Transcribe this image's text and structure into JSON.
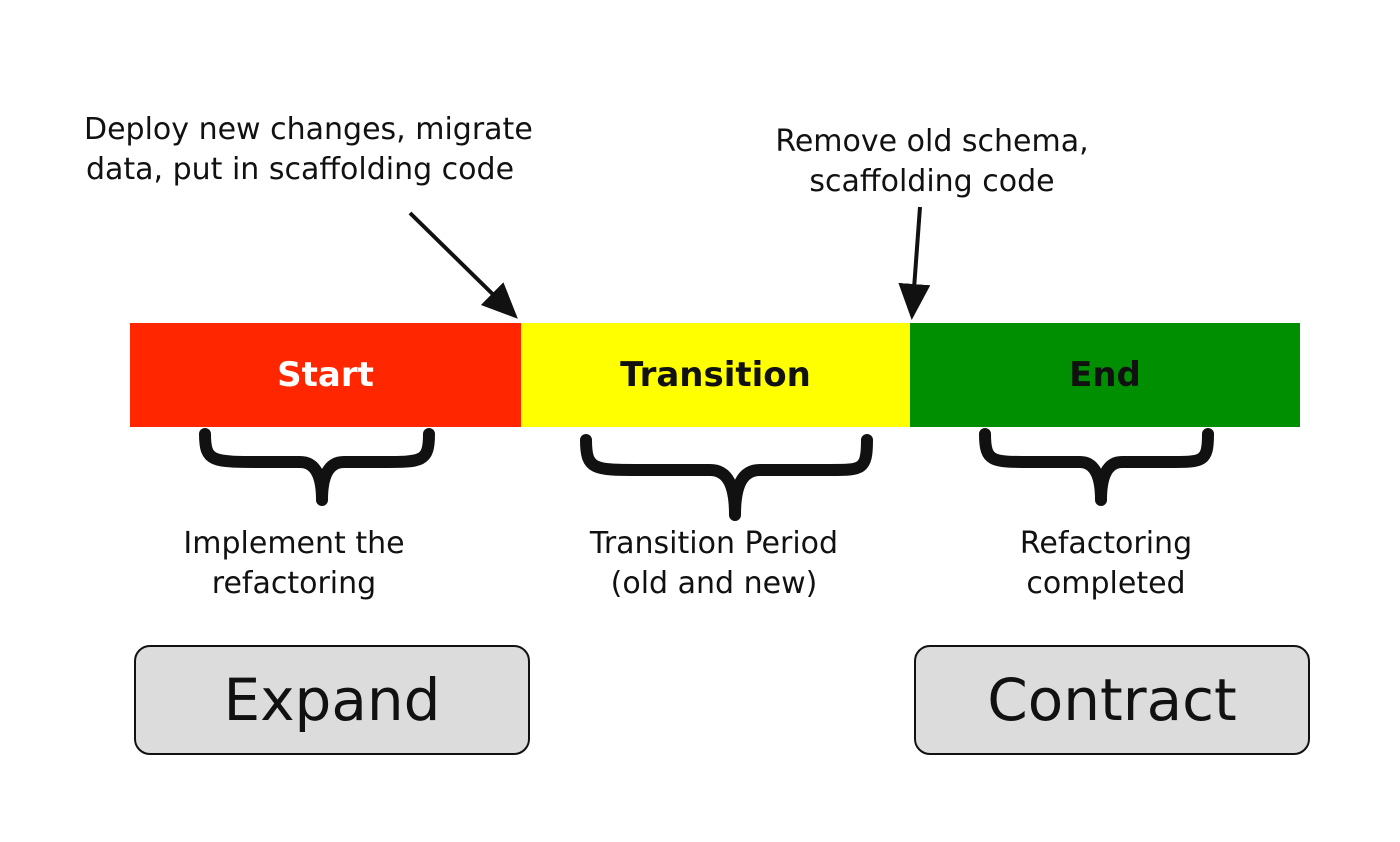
{
  "annotations": {
    "deploy": [
      "Deploy new changes, migrate",
      "data, put in scaffolding code"
    ],
    "remove": [
      "Remove old schema,",
      "scaffolding code"
    ]
  },
  "segments": [
    {
      "label": "Start",
      "color": "#ff2600",
      "text_color": "#ffffff"
    },
    {
      "label": "Transition",
      "color": "#ffff00",
      "text_color": "#111111"
    },
    {
      "label": "End",
      "color": "#008f00",
      "text_color": "#111111"
    }
  ],
  "phases": [
    {
      "lines": [
        "Implement the",
        "refactoring"
      ]
    },
    {
      "lines": [
        "Transition Period",
        "(old and new)"
      ]
    },
    {
      "lines": [
        "Refactoring",
        "completed"
      ]
    }
  ],
  "stages": {
    "expand": "Expand",
    "contract": "Contract"
  }
}
